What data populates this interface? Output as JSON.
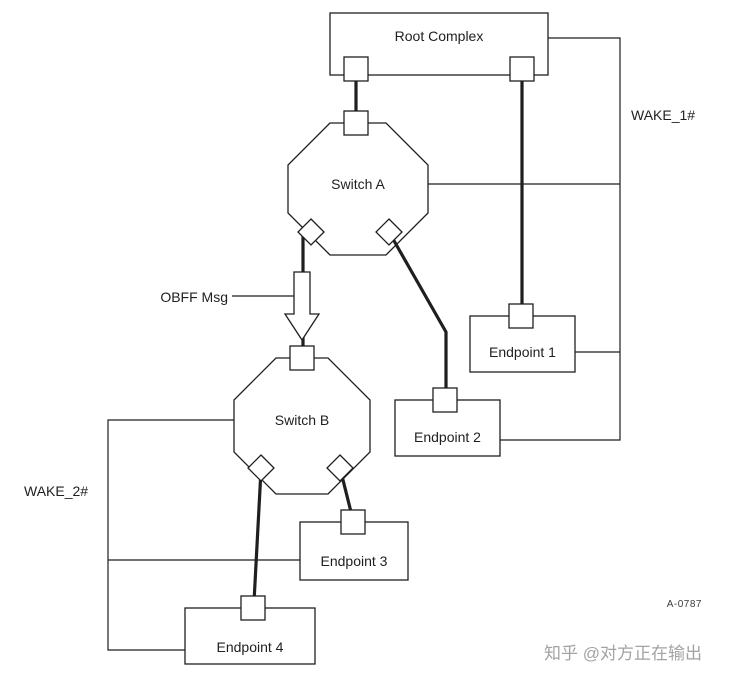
{
  "diagram": {
    "nodes": {
      "root_complex": {
        "label": "Root Complex"
      },
      "switch_a": {
        "label": "Switch A"
      },
      "switch_b": {
        "label": "Switch B"
      },
      "endpoint_1": {
        "label": "Endpoint 1"
      },
      "endpoint_2": {
        "label": "Endpoint 2"
      },
      "endpoint_3": {
        "label": "Endpoint 3"
      },
      "endpoint_4": {
        "label": "Endpoint 4"
      }
    },
    "signal_labels": {
      "wake_1": "WAKE_1#",
      "wake_2": "WAKE_2#"
    },
    "annotations": {
      "obff_msg": "OBFF Msg",
      "figure_id": "A-0787"
    },
    "watermark": "知乎 @对方正在输出",
    "colors": {
      "line": "#1f1f1f",
      "background": "#ffffff",
      "watermark_gray": "#a3a3a3"
    }
  }
}
